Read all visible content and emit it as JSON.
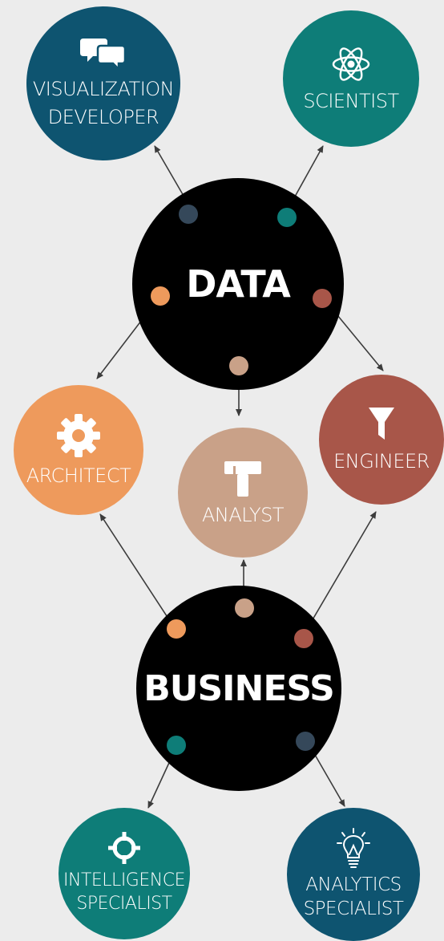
{
  "hubs": {
    "data": "DATA",
    "business": "BUSINESS"
  },
  "roles": {
    "visualization_developer": [
      "VISUALIZATION",
      "DEVELOPER"
    ],
    "scientist": "SCIENTIST",
    "architect": "ARCHITECT",
    "analyst": "ANALYST",
    "engineer": "ENGINEER",
    "intelligence_specialist": [
      "INTELLIGENCE",
      "SPECIALIST"
    ],
    "analytics_specialist": [
      "ANALYTICS",
      "SPECIALIST"
    ]
  },
  "icons": {
    "visualization_developer": "chat-bubbles-icon",
    "scientist": "atom-icon",
    "architect": "gear-icon",
    "analyst": "hammer-icon",
    "engineer": "funnel-icon",
    "intelligence_specialist": "crosshair-icon",
    "analytics_specialist": "lightbulb-icon"
  },
  "colors": {
    "background": "#ececec",
    "hub": "#000000",
    "navy": "#0e5470",
    "teal": "#0e7d78",
    "orange": "#ee9a5c",
    "tan": "#c9a188",
    "rust": "#a85649",
    "slate": "#35485a",
    "connector": "#3c3c3c"
  }
}
